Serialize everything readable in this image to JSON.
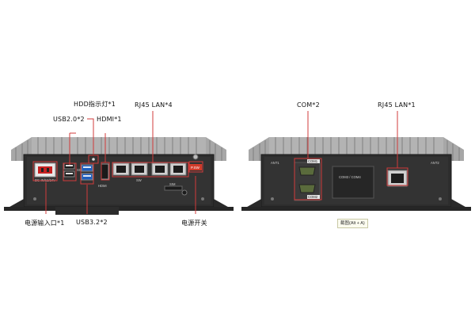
{
  "callouts": {
    "hdd_led": "HDD指示灯*1",
    "usb20": "USB2.0*2",
    "hdmi": "HDMI*1",
    "rj45_front": "RJ45 LAN*4",
    "power_in": "电源输入口*1",
    "usb32": "USB3.2*2",
    "power_switch": "电源开关",
    "com": "COM*2",
    "rj45_rear": "RJ45 LAN*1"
  },
  "panel_text": {
    "dc_in": "DC-IN/12/24V",
    "ss_usb": "SS",
    "hdmi": "HDMI",
    "sw": "SW",
    "sim": "SIM",
    "power_tag": "P.SW",
    "ant1": "ANT1",
    "ant2": "ANT2",
    "com1": "COM1",
    "com2": "COM2",
    "com34": "COM3 / COM4",
    "ai_badge": "截图(Alt + A)"
  },
  "colors": {
    "accent_line": "#d23b3b",
    "chassis": "#2c2c2c",
    "fins": "#9a9a9a"
  }
}
